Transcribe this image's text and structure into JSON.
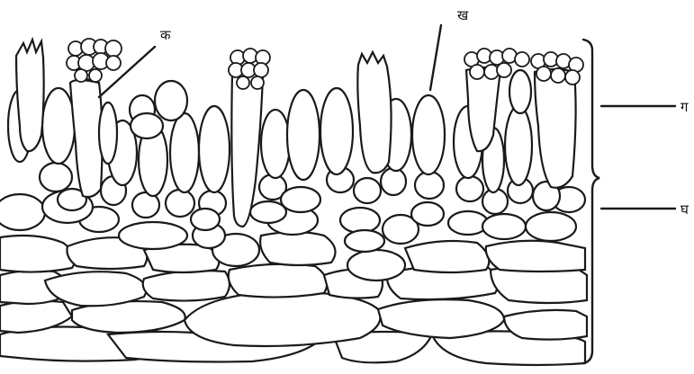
{
  "labels": {
    "ka": "क",
    "kha": "ख",
    "ga": "ग",
    "gha": "घ"
  }
}
